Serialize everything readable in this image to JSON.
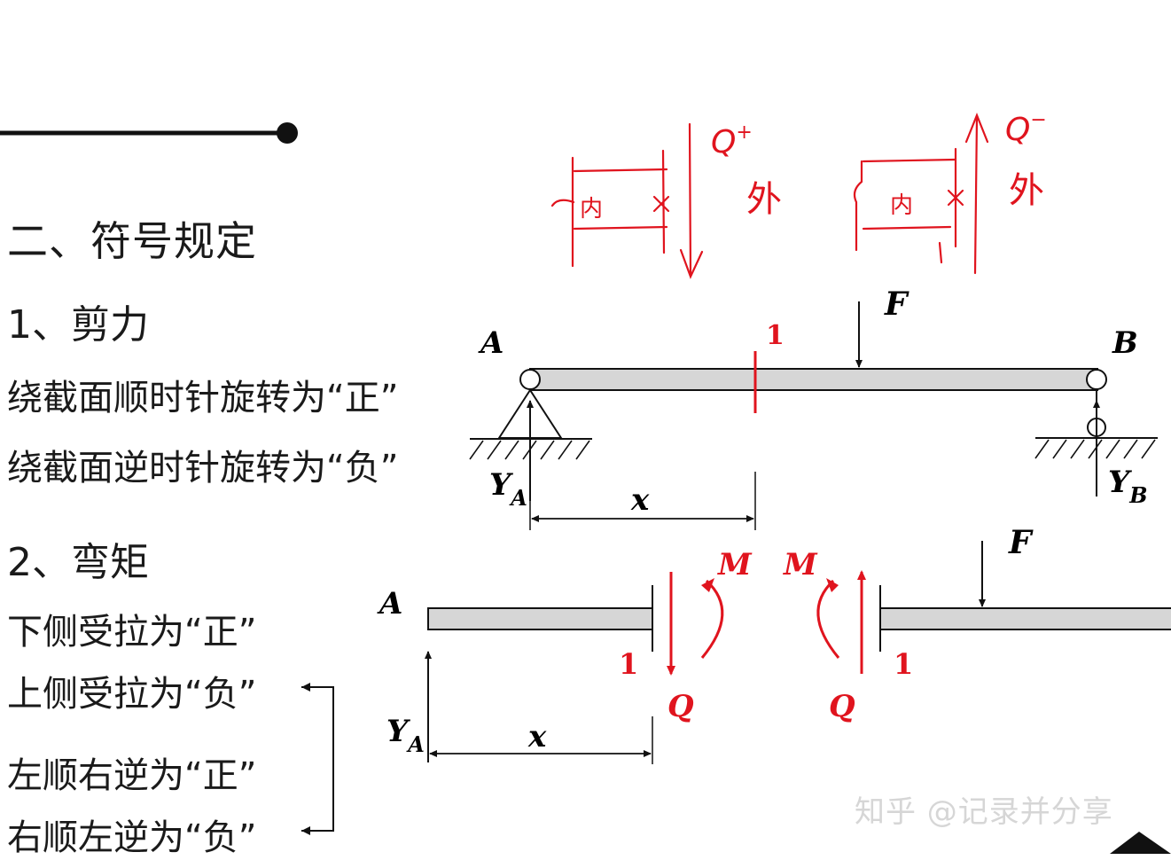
{
  "section_title": "二、符号规定",
  "shear": {
    "heading": "1、剪力",
    "rule_pos": "绕截面顺时针旋转为“正”",
    "rule_neg": "绕截面逆时针旋转为“负”"
  },
  "moment": {
    "heading": "2、弯矩",
    "rule_pos": "下侧受拉为“正”",
    "rule_neg": "上侧受拉为“负”",
    "alt_pos": "左顺右逆为“正”",
    "alt_neg": "右顺左逆为“负”"
  },
  "top_beam": {
    "support_left": "A",
    "support_right": "B",
    "force": "F",
    "section": "1",
    "reaction_left": "Y",
    "reaction_left_sub": "A",
    "reaction_right": "Y",
    "reaction_right_sub": "B",
    "distance": "x"
  },
  "free_body": {
    "left_end": "A",
    "moment_left": "M",
    "moment_right": "M",
    "shear_left": "Q",
    "shear_right": "Q",
    "section_left": "1",
    "section_right": "1",
    "force": "F",
    "reaction": "Y",
    "reaction_sub": "A",
    "distance": "x"
  },
  "handwriting": {
    "q_pos": "Q",
    "q_pos_sup": "+",
    "q_neg": "Q",
    "q_neg_sup": "−",
    "outer": "外",
    "inner": "内"
  },
  "watermark": "知乎 @记录并分享",
  "colors": {
    "accent_red": "#e0141e",
    "beam_fill": "#d6d6d6",
    "ink": "#111111"
  }
}
